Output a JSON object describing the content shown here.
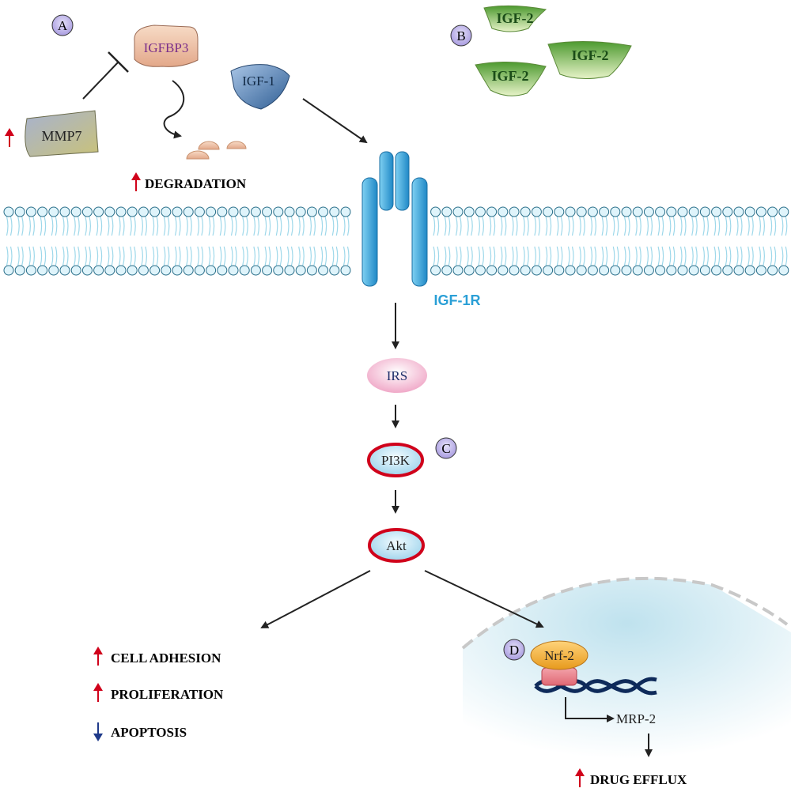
{
  "panels": {
    "a": "A",
    "b": "B",
    "c": "C",
    "d": "D"
  },
  "molecules": {
    "igfbp3": "IGFBP3",
    "mmp7": "MMP7",
    "igf1": "IGF-1",
    "igf2": [
      "IGF-2",
      "IGF-2",
      "IGF-2"
    ],
    "receptor": "IGF-1R",
    "irs": "IRS",
    "pi3k": "PI3K",
    "akt": "Akt",
    "nrf2": "Nrf-2",
    "mrp2": "MRP-2"
  },
  "effects": {
    "degradation": "DEGRADATION",
    "cell_adhesion": "CELL ADHESION",
    "proliferation": "PROLIFERATION",
    "apoptosis": "APOPTOSIS",
    "drug_efflux": "DRUG EFFLUX"
  },
  "colors": {
    "up_arrow": "#d0021b",
    "down_arrow": "#1f3a8a",
    "receptor": "#2a9fd6",
    "highlight_ring": "#d0021b",
    "igf2": "#6fae3e",
    "membrane": "#bfe7f2"
  }
}
